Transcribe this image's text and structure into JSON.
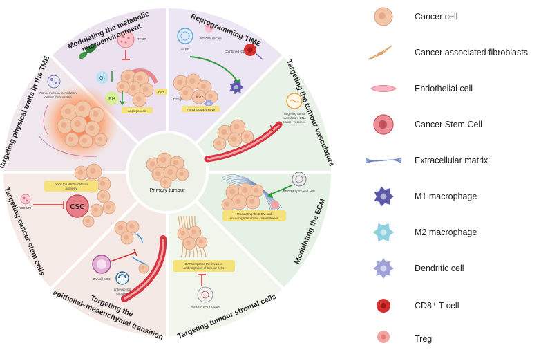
{
  "center": {
    "label": "Primary tumour"
  },
  "segments": [
    {
      "title": "Reprogramming TIME",
      "color": "#ece6f4"
    },
    {
      "title": "Targeting the tumour vasculature",
      "color": "#e8f2e6"
    },
    {
      "title": "Modulating the ECM",
      "color": "#e6f1e6"
    },
    {
      "title": "Targeting tumour stromal cells",
      "color": "#f1f6ed"
    },
    {
      "title": "Targeting the epithelial–mesenchymal transition",
      "title_line1": "Targeting the",
      "title_line2": "epithelial–mesenchymal transition",
      "color": "#f4e9e4"
    },
    {
      "title": "Targeting cancer stem cells",
      "color": "#f5eae6"
    },
    {
      "title": "Targeting physical traits in the TME",
      "color": "#f1e8ed"
    },
    {
      "title": "Modulating the metabolic microenvironment",
      "title_line1": "Modulating the metabolic",
      "title_line2": "microenvironment",
      "color": "#ebe1ef"
    }
  ],
  "annotations": {
    "tpop": "TPOP",
    "o2": "O₂",
    "ph": "PH",
    "cnt": "CNT",
    "angiogenesis": "Angiogenesis",
    "mlpr": "mLPR",
    "sgova": "SG/OVA@CaN",
    "combined_ics": "Combined ICB",
    "tgfb": "TGF-β",
    "il10": "IL-10",
    "immunosuppressive": "Immunosuppressive",
    "vasculature_line1": "Targeting tumor",
    "vasculature_line2": "vasculature DNA",
    "vasculature_line3": "cancer vaccines",
    "nps": "PEG/PEI/pSpam1 NPs",
    "ecm_line1": "Modulating the ECM and",
    "ecm_line2": "encouraged immune cell infiltration",
    "caf_line1": "CAFs improve the invasion",
    "caf_line2": "and migration of tumour cells",
    "pnp": "PNP/siCXCL12/mAb",
    "znas": "ZnAs@SiO2",
    "antivimentin_line1": "antivimentin",
    "antivimentin_line2": "vaccines",
    "csc": "CSC",
    "wnt_line1": "block the Wnt/β-catenin",
    "wnt_line2": "pathway",
    "rcd": "RCD-LPH",
    "nano_line1": "Nanoemulsion formulation",
    "nano_line2": "deliver thermotome"
  },
  "legend": [
    {
      "label": "Cancer cell",
      "icon": "cancer-cell-icon"
    },
    {
      "label": "Cancer associated fibroblasts",
      "icon": "fibroblast-icon"
    },
    {
      "label": "Endothelial cell",
      "icon": "endothelial-cell-icon"
    },
    {
      "label": "Cancer Stem Cell",
      "icon": "cancer-stem-cell-icon"
    },
    {
      "label": "Extracellular matrix",
      "icon": "matrix-fibres-icon"
    },
    {
      "label": "M1 macrophage",
      "icon": "m1-macrophage-icon"
    },
    {
      "label": "M2 macrophage",
      "icon": "m2-macrophage-icon"
    },
    {
      "label": "Dendritic cell",
      "icon": "dendritic-cell-icon"
    },
    {
      "label": "CD8⁺ T cell",
      "icon": "cd8-t-cell-icon"
    },
    {
      "label": "Treg",
      "icon": "treg-icon"
    }
  ],
  "colors": {
    "cell_fill": "#f3c6a8",
    "cell_stroke": "#d99b7f",
    "vessel": "#d8343f",
    "inhibit": "#d62f2f",
    "arrow": "#2e9b3c",
    "m1": "#5a5aa8",
    "m2": "#8fd1e3",
    "dendritic": "#9fa2d8",
    "tcell": "#d62f2f",
    "treg": "#f0a3a0"
  }
}
